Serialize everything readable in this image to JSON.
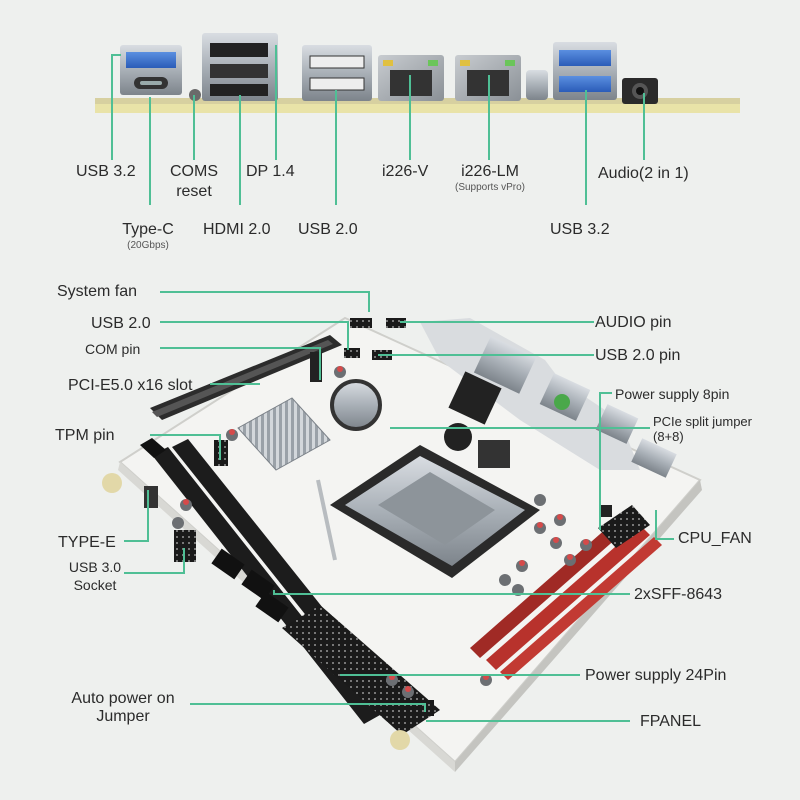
{
  "io_panel": {
    "labels": {
      "usb32_left": "USB 3.2",
      "type_c": "Type-C",
      "type_c_sub": "(20Gbps)",
      "coms_reset_line1": "COMS",
      "coms_reset_line2": "reset",
      "dp": "DP 1.4",
      "hdmi": "HDMI 2.0",
      "usb20": "USB 2.0",
      "i226v": "i226-V",
      "i226lm": "i226-LM",
      "i226lm_sub": "(Supports vPro)",
      "usb32_right": "USB 3.2",
      "audio": "Audio(2 in 1)"
    }
  },
  "board": {
    "left_labels": {
      "system_fan": "System fan",
      "usb20": "USB 2.0",
      "com_pin": "COM pin",
      "pcie_slot": "PCI-E5.0 x16 slot",
      "tpm_pin": "TPM pin",
      "type_e": "TYPE-E",
      "usb30_line1": "USB 3.0",
      "usb30_line2": "Socket",
      "auto_power_line1": "Auto power on",
      "auto_power_line2": "Jumper"
    },
    "right_labels": {
      "audio_pin": "AUDIO pin",
      "usb20_pin": "USB 2.0 pin",
      "power_8pin": "Power supply 8pin",
      "pcie_split_line1": "PCIe split jumper",
      "pcie_split_line2": "(8+8)",
      "cpu_fan": "CPU_FAN",
      "sff": "2xSFF-8643",
      "power_24pin": "Power supply 24Pin",
      "fpanel": "FPANEL"
    }
  },
  "colors": {
    "callout_line": "#4fbf95",
    "pcb_white": "#f4f4f2",
    "dimm_red": "#b8322c",
    "dimm_black": "#1c1c1c",
    "pcb_edge": "#e9e3a8"
  }
}
